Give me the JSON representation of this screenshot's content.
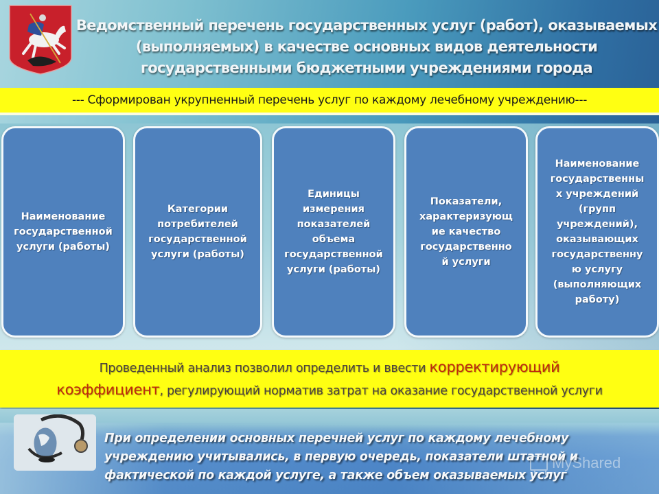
{
  "header": {
    "emblem": "moscow-coat-of-arms",
    "title_lines": [
      "Ведомственный перечень государственных услуг (работ), оказываемых",
      "(выполняемых) в качестве основных видов деятельности",
      "государственными бюджетными учреждениями города"
    ]
  },
  "banner_top": {
    "text": "--- Сформирован укрупненный  перечень услуг по каждому лечебному учреждению---",
    "background": "#ffff12"
  },
  "cards": [
    {
      "text": "Наименование\nгосударственной\nуслуги (работы)"
    },
    {
      "text": "Категории\nпотребителей\nгосударственной\nуслуги (работы)"
    },
    {
      "text": "Единицы\nизмерения\nпоказателей\nобъема\nгосударственной\nуслуги (работы)"
    },
    {
      "text": "Показатели,\nхарактеризующ\nие качество\nгосударственно\nй услуги"
    },
    {
      "text": "Наименование\nгосударственны\nх учреждений\n(групп\nучреждений),\nоказывающих\nгосударственну\nю услугу\n(выполняющих\nработу)"
    }
  ],
  "card_style": {
    "fill": "#4f81bd",
    "border": "#f4f9fb"
  },
  "banner_mid": {
    "part1": "Проведенный анализ позволил определить и ввести ",
    "accent1": "корректирующий",
    "accent2": "коэффициент",
    "part2": ", регулирующий норматив затрат на оказание государственной услуги",
    "accent_color": "#c0290d"
  },
  "bottom": {
    "image": "globe-stethoscope-photo",
    "text": "При определении  основных перечней услуг по каждому лечебному\nучреждению учитывались, в первую очередь, показатели штатной и\nфактической  по каждой услуге, а также объем оказываемых услуг"
  },
  "watermark": {
    "icon": "presentation-board-icon",
    "text": "MyShared"
  }
}
